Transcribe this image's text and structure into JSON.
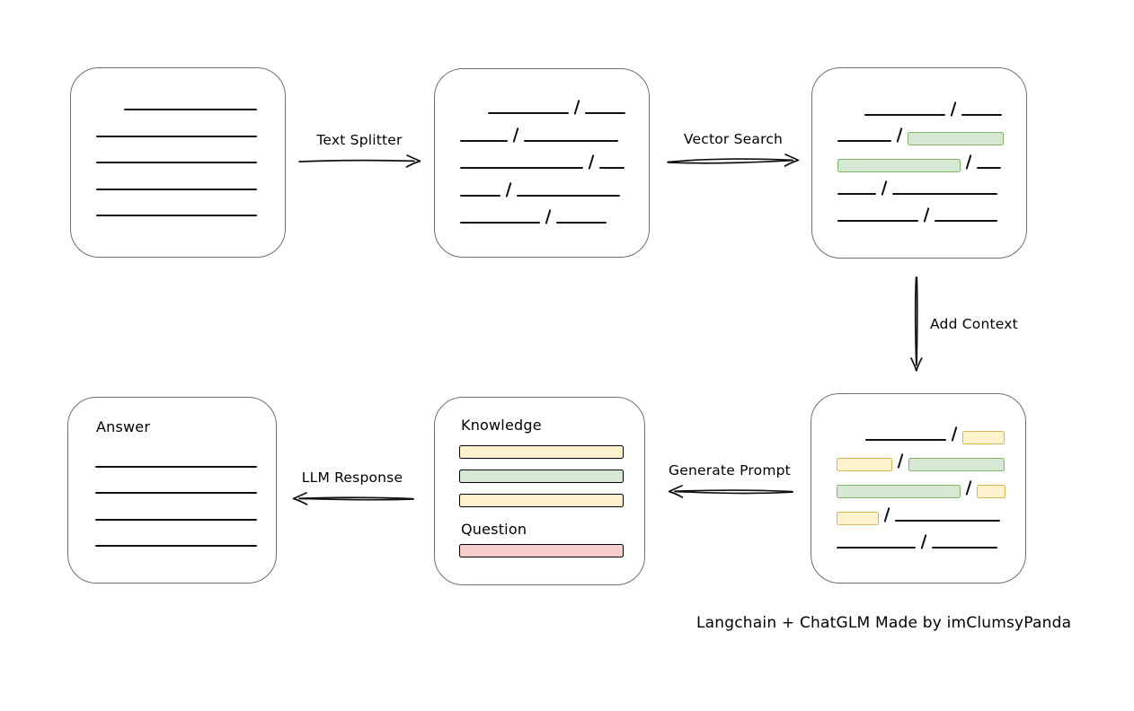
{
  "caption": "Langchain + ChatGLM Made by imClumsyPanda",
  "colors": {
    "line": "#111111",
    "box_border": "#6f6f6f",
    "green_fill": "#d5e8d4",
    "green_border": "#82b366",
    "yellow_fill": "#fff2cc",
    "yellow_border": "#d6b656",
    "red_fill": "#f8cecc",
    "red_border": "#b85450"
  },
  "arrows": {
    "text_splitter": {
      "label": "Text Splitter",
      "direction": "right"
    },
    "vector_search": {
      "label": "Vector Search",
      "direction": "right"
    },
    "add_context": {
      "label": "Add Context",
      "direction": "down"
    },
    "generate_prompt": {
      "label": "Generate Prompt",
      "direction": "left"
    },
    "llm_response": {
      "label": "LLM Response",
      "direction": "left"
    }
  },
  "boxes": {
    "document": {
      "description": "source document with text lines",
      "rows": [
        {
          "indent": 31,
          "segments": [
            {
              "t": "line",
              "w": 148
            }
          ]
        },
        {
          "segments": [
            {
              "t": "line",
              "w": 179
            }
          ]
        },
        {
          "segments": [
            {
              "t": "line",
              "w": 179
            }
          ]
        },
        {
          "segments": [
            {
              "t": "line",
              "w": 179
            }
          ]
        },
        {
          "segments": [
            {
              "t": "line",
              "w": 179
            }
          ]
        }
      ]
    },
    "chunks": {
      "description": "document split into chunks",
      "rows": [
        {
          "indent": 31,
          "segments": [
            {
              "t": "line",
              "w": 90
            },
            {
              "t": "slash"
            },
            {
              "t": "line",
              "w": 45
            }
          ]
        },
        {
          "segments": [
            {
              "t": "line",
              "w": 53
            },
            {
              "t": "slash"
            },
            {
              "t": "line",
              "w": 105
            }
          ]
        },
        {
          "segments": [
            {
              "t": "line",
              "w": 137
            },
            {
              "t": "slash"
            },
            {
              "t": "line",
              "w": 28
            }
          ]
        },
        {
          "segments": [
            {
              "t": "line",
              "w": 45
            },
            {
              "t": "slash"
            },
            {
              "t": "line",
              "w": 115
            }
          ]
        },
        {
          "segments": [
            {
              "t": "line",
              "w": 89
            },
            {
              "t": "slash"
            },
            {
              "t": "line",
              "w": 56
            }
          ]
        }
      ]
    },
    "matched": {
      "description": "chunks with vector-search matches highlighted green",
      "rows": [
        {
          "indent": 30,
          "segments": [
            {
              "t": "line",
              "w": 90
            },
            {
              "t": "slash"
            },
            {
              "t": "line",
              "w": 45
            }
          ]
        },
        {
          "segments": [
            {
              "t": "line",
              "w": 60
            },
            {
              "t": "slash"
            },
            {
              "t": "bar",
              "c": "green",
              "w": 107
            }
          ]
        },
        {
          "segments": [
            {
              "t": "bar",
              "c": "green",
              "w": 137
            },
            {
              "t": "slash"
            },
            {
              "t": "line",
              "w": 27
            }
          ]
        },
        {
          "segments": [
            {
              "t": "line",
              "w": 43
            },
            {
              "t": "slash"
            },
            {
              "t": "line",
              "w": 117
            }
          ]
        },
        {
          "segments": [
            {
              "t": "line",
              "w": 90
            },
            {
              "t": "slash"
            },
            {
              "t": "line",
              "w": 70
            }
          ]
        }
      ]
    },
    "context": {
      "description": "matched chunks with added context highlighted yellow",
      "rows": [
        {
          "indent": 32,
          "segments": [
            {
              "t": "line",
              "w": 90
            },
            {
              "t": "slash"
            },
            {
              "t": "bar",
              "c": "yellow",
              "w": 47
            }
          ]
        },
        {
          "segments": [
            {
              "t": "bar",
              "c": "yellow",
              "w": 62
            },
            {
              "t": "slash"
            },
            {
              "t": "bar",
              "c": "green",
              "w": 107
            }
          ]
        },
        {
          "segments": [
            {
              "t": "bar",
              "c": "green",
              "w": 138
            },
            {
              "t": "slash"
            },
            {
              "t": "bar",
              "c": "yellow",
              "w": 32
            }
          ]
        },
        {
          "segments": [
            {
              "t": "bar",
              "c": "yellow",
              "w": 47
            },
            {
              "t": "slash"
            },
            {
              "t": "line",
              "w": 117
            }
          ]
        },
        {
          "segments": [
            {
              "t": "line",
              "w": 88
            },
            {
              "t": "slash"
            },
            {
              "t": "line",
              "w": 73
            }
          ]
        }
      ]
    },
    "prompt": {
      "knowledge_label": "Knowledge",
      "question_label": "Question",
      "knowledge_bars": [
        {
          "c": "yellow",
          "w": 183
        },
        {
          "c": "green",
          "w": 183
        },
        {
          "c": "yellow",
          "w": 183
        }
      ],
      "question_bars": [
        {
          "c": "red",
          "w": 183
        }
      ]
    },
    "answer": {
      "label": "Answer",
      "rows": [
        {
          "segments": [
            {
              "t": "line",
              "w": 180
            }
          ]
        },
        {
          "segments": [
            {
              "t": "line",
              "w": 180
            }
          ]
        },
        {
          "segments": [
            {
              "t": "line",
              "w": 180
            }
          ]
        },
        {
          "segments": [
            {
              "t": "line",
              "w": 180
            }
          ]
        }
      ]
    }
  }
}
